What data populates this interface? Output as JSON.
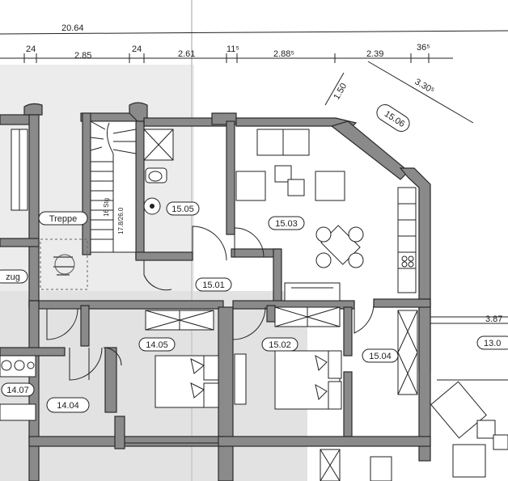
{
  "dimensions": {
    "total": "20.64",
    "segments": [
      "24",
      "2.85",
      "24",
      "2.61",
      "11⁵",
      "2.88⁵",
      "2.39",
      "36⁵"
    ],
    "bay_width": "1.50",
    "bay_length": "3.30⁵",
    "right_room_width": "3.87"
  },
  "rooms": {
    "treppe": "Treppe",
    "aufzug": "zug",
    "stairs_note_1": "16 Stg",
    "stairs_note_2": "17.8/26.0",
    "r1506": "15.06",
    "r1505": "15.05",
    "r1503": "15.03",
    "r1501": "15.01",
    "r1405": "14.05",
    "r1502": "15.02",
    "r1504": "15.04",
    "r1407": "14.07",
    "r1404": "14.04",
    "r1303": "13.0"
  },
  "colors": {
    "wall": "#8a8a8a",
    "line": "#222222",
    "paper": "#ffffff",
    "shade": "#e6e6e6"
  }
}
